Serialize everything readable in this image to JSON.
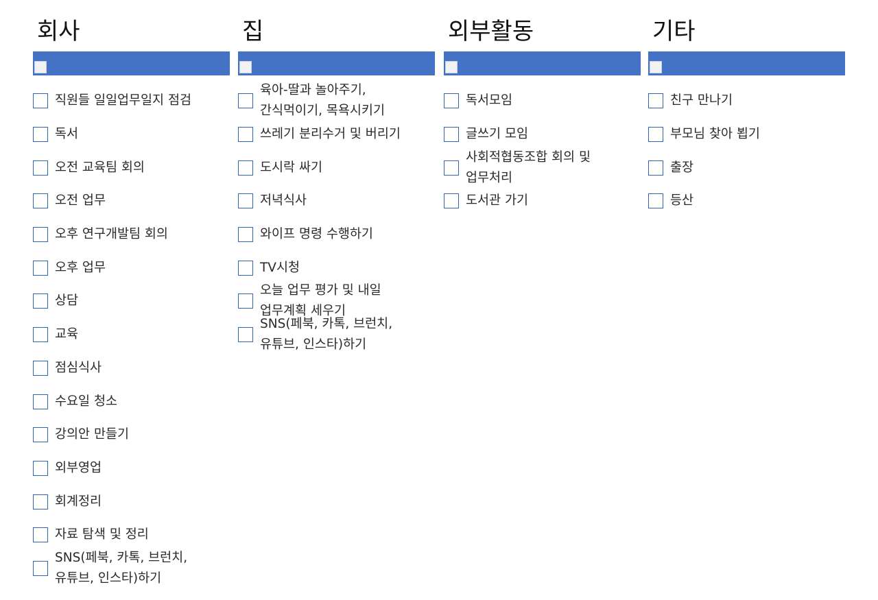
{
  "columns": [
    {
      "title": "회사",
      "tasks": [
        "직원들 일일업무일지 점검",
        "독서",
        "오전 교육팀 회의",
        "오전 업무",
        "오후 연구개발팀 회의",
        "오후 업무",
        "상담",
        "교육",
        "점심식사",
        "수요일 청소",
        "강의안 만들기",
        "외부영업",
        "회계정리",
        "자료 탐색 및 정리",
        "SNS(페북, 카톡, 브런치, 유튜브, 인스타)하기"
      ]
    },
    {
      "title": "집",
      "tasks": [
        "육아-딸과 놀아주기, 간식먹이기, 목욕시키기",
        "쓰레기 분리수거 및 버리기",
        "도시락 싸기",
        "저녁식사",
        "와이프 명령 수행하기",
        "TV시청",
        "오늘 업무 평가 및 내일 업무계획 세우기",
        "SNS(페북, 카톡, 브런치, 유튜브, 인스타)하기"
      ]
    },
    {
      "title": "외부활동",
      "tasks": [
        "독서모임",
        "글쓰기 모임",
        "사회적협동조합 회의 및 업무처리",
        "도서관 가기"
      ]
    },
    {
      "title": "기타",
      "tasks": [
        "친구 만나기",
        "부모님 찾아 뵙기",
        "출장",
        "등산"
      ]
    }
  ],
  "colors": {
    "header_bar": "#4472c4",
    "checkbox_border": "#2f63b5"
  }
}
